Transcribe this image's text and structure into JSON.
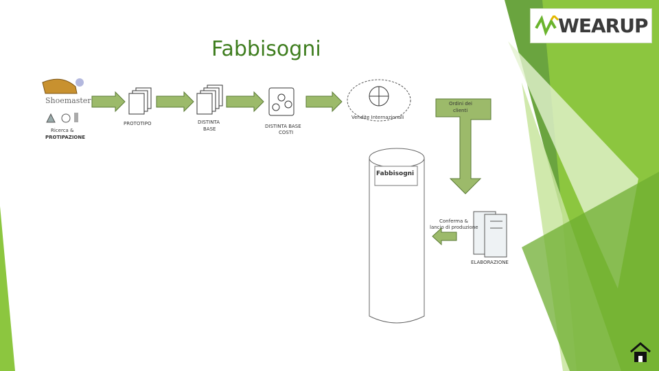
{
  "slide": {
    "title": "Fabbisogni"
  },
  "logo": {
    "text": "WEARUP"
  },
  "flow": {
    "shoemaster": "Shoemaster",
    "ricerca": "Ricerca &",
    "protipazione": "PROTIPAZIONE",
    "prototipo": "PROTOTIPO",
    "distinta_base_1": "DISTINTA",
    "distinta_base_2": "BASE",
    "distinta_costi_1": "DISTINTA BASE",
    "distinta_costi_2": "COSTI",
    "vendite": "Vendite Internazionali",
    "ordini_1": "Ordini dei",
    "ordini_2": "clienti",
    "fabbisogni": "Fabbisogni",
    "conferma_1": "Conferma &",
    "conferma_2": "lancio di produzione",
    "elaborazione": "ELABORAZIONE"
  },
  "icons": {
    "home": "home-icon",
    "globe": "globe-icon",
    "shoe": "shoe-icon"
  },
  "colors": {
    "green_dark": "#4f8f1f",
    "green_mid": "#8cc63f",
    "green_light": "#d3ebb2",
    "title": "#3e7d1e"
  }
}
